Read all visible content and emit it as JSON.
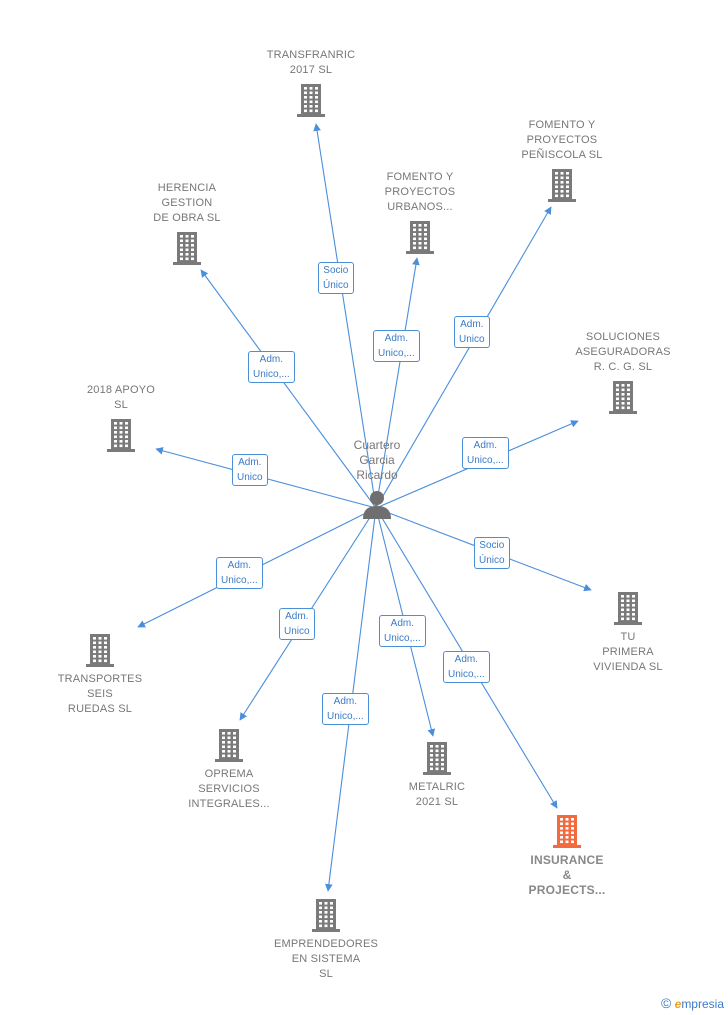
{
  "center": {
    "name_lines": [
      "Cuartero",
      "Garcia",
      "Ricardo"
    ],
    "icon": "person-icon"
  },
  "companies": [
    {
      "id": "transfranric",
      "lines": [
        "TRANSFRANRIC",
        "2017  SL"
      ],
      "highlight": false
    },
    {
      "id": "fomento-urbanos",
      "lines": [
        "FOMENTO Y",
        "PROYECTOS",
        "URBANOS..."
      ],
      "highlight": false
    },
    {
      "id": "fomento-peniscola",
      "lines": [
        "FOMENTO Y",
        "PROYECTOS",
        "PEÑISCOLA  SL"
      ],
      "highlight": false
    },
    {
      "id": "herencia",
      "lines": [
        "HERENCIA",
        "GESTION",
        "DE OBRA  SL"
      ],
      "highlight": false
    },
    {
      "id": "soluciones",
      "lines": [
        "SOLUCIONES",
        "ASEGURADORAS",
        "R.  C. G.  SL"
      ],
      "highlight": false
    },
    {
      "id": "apoyo",
      "lines": [
        "2018 APOYO",
        "SL"
      ],
      "highlight": false
    },
    {
      "id": "tu-primera",
      "lines": [
        "TU",
        "PRIMERA",
        "VIVIENDA  SL"
      ],
      "highlight": false
    },
    {
      "id": "transportes",
      "lines": [
        "TRANSPORTES",
        "SEIS",
        "RUEDAS  SL"
      ],
      "highlight": false
    },
    {
      "id": "oprema",
      "lines": [
        "OPREMA",
        "SERVICIOS",
        "INTEGRALES..."
      ],
      "highlight": false
    },
    {
      "id": "metalric",
      "lines": [
        "METALRIC",
        "2021  SL"
      ],
      "highlight": false
    },
    {
      "id": "insurance",
      "lines": [
        "INSURANCE",
        "&",
        "PROJECTS..."
      ],
      "highlight": true
    },
    {
      "id": "emprendedores",
      "lines": [
        "EMPRENDEDORES",
        "EN SISTEMA",
        "SL"
      ],
      "highlight": false
    }
  ],
  "edges": [
    {
      "to": "transfranric",
      "label": [
        "Socio",
        "Único"
      ]
    },
    {
      "to": "fomento-urbanos",
      "label": [
        "Adm.",
        "Unico,..."
      ]
    },
    {
      "to": "fomento-peniscola",
      "label": [
        "Adm.",
        "Unico"
      ]
    },
    {
      "to": "herencia",
      "label": [
        "Adm.",
        "Unico,..."
      ]
    },
    {
      "to": "soluciones",
      "label": [
        "Adm.",
        "Unico,..."
      ]
    },
    {
      "to": "apoyo",
      "label": [
        "Adm.",
        "Unico"
      ]
    },
    {
      "to": "tu-primera",
      "label": [
        "Socio",
        "Único"
      ]
    },
    {
      "to": "transportes",
      "label": [
        "Adm.",
        "Unico,..."
      ]
    },
    {
      "to": "oprema",
      "label": [
        "Adm.",
        "Unico"
      ]
    },
    {
      "to": "metalric",
      "label": [
        "Adm.",
        "Unico,..."
      ]
    },
    {
      "to": "insurance",
      "label": [
        "Adm.",
        "Unico,..."
      ]
    },
    {
      "to": "emprendedores",
      "label": [
        "Adm.",
        "Unico,..."
      ]
    }
  ],
  "colors": {
    "edge": "#4a8fdc",
    "building": "#7a7a7a",
    "building_highlight": "#f26a3d",
    "person": "#6f6f6f"
  },
  "footer": {
    "copyright_symbol": "©",
    "brand_initial": "e",
    "brand_rest": "mpresia"
  }
}
